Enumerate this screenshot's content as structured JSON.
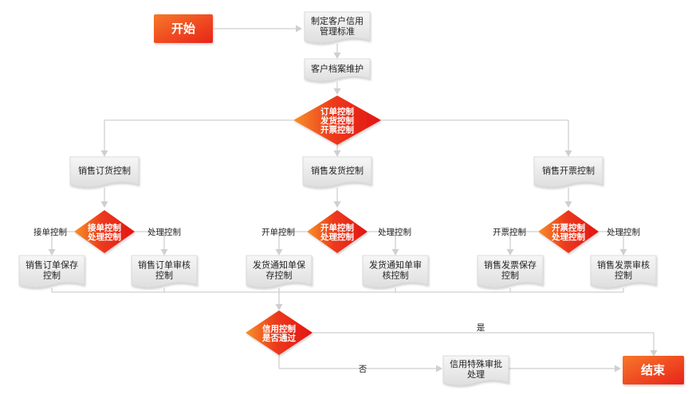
{
  "terminals": {
    "start": "开始",
    "end": "结束"
  },
  "documents": {
    "credit_policy": [
      "制定客户信用",
      "管理标准"
    ],
    "profile": [
      "客户档案维护"
    ],
    "sales_order": [
      "销售订货控制"
    ],
    "sales_delivery": [
      "销售发货控制"
    ],
    "sales_invoice": [
      "销售开票控制"
    ],
    "order_save": [
      "销售订单保存",
      "控制"
    ],
    "order_audit": [
      "销售订单审核",
      "控制"
    ],
    "delivery_save": [
      "发货通知单保",
      "存控制"
    ],
    "delivery_audit": [
      "发货通知单审",
      "核控制"
    ],
    "invoice_save": [
      "销售发票保存",
      "控制"
    ],
    "invoice_audit": [
      "销售发票审核",
      "控制"
    ],
    "special_approval": [
      "信用特殊审批",
      "处理"
    ]
  },
  "decisions": {
    "main": [
      "订单控制",
      "发货控制",
      "开票控制"
    ],
    "order": [
      "接单控制",
      "处理控制"
    ],
    "delivery": [
      "开单控制",
      "处理控制"
    ],
    "invoice": [
      "开票控制",
      "处理控制"
    ],
    "credit_pass": [
      "信用控制",
      "是否通过"
    ]
  },
  "labels": {
    "order_left": "接单控制",
    "order_right": "处理控制",
    "delivery_left": "开单控制",
    "delivery_right": "处理控制",
    "invoice_left": "开票控制",
    "invoice_right": "处理控制",
    "yes": "是",
    "no": "否"
  },
  "colors": {
    "terminal": "#f25a1c",
    "decision": "#e8231a",
    "decision_light": "#f7902a",
    "connector": "#cfcfcf",
    "document": "#ececec"
  }
}
